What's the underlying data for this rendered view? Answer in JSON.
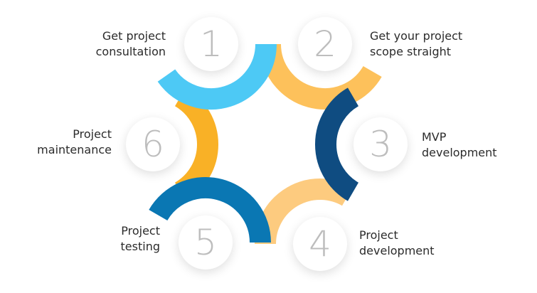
{
  "steps": [
    {
      "number": "1",
      "label_line1": "Get project",
      "label_line2": "consultation",
      "color": "#4DC9F5"
    },
    {
      "number": "2",
      "label_line1": "Get your project",
      "label_line2": "scope straight",
      "color": "#FDC15B"
    },
    {
      "number": "3",
      "label_line1": "MVP",
      "label_line2": "development",
      "color": "#0F4C81"
    },
    {
      "number": "4",
      "label_line1": "Project",
      "label_line2": "development",
      "color": "#FDCB7F"
    },
    {
      "number": "5",
      "label_line1": "Project",
      "label_line2": "testing",
      "color": "#0A77B3"
    },
    {
      "number": "6",
      "label_line1": "Project",
      "label_line2": "maintenance",
      "color": "#F9B126"
    }
  ]
}
